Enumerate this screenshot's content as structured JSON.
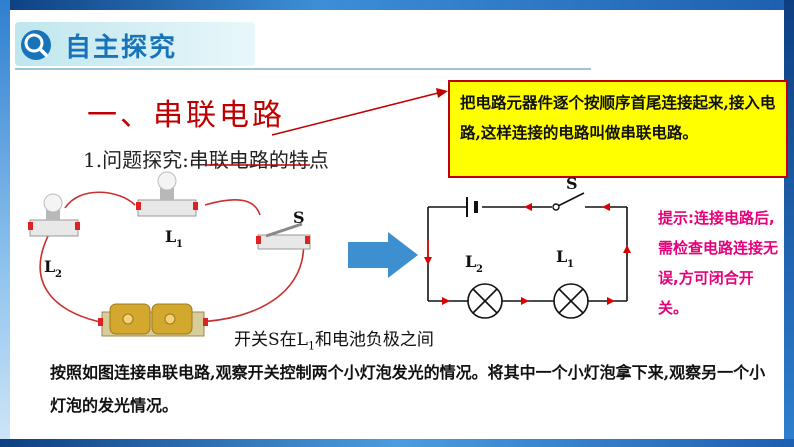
{
  "header": {
    "title": "自主探究"
  },
  "section": {
    "title": "一、串联电路"
  },
  "question": {
    "prefix": "1.问题探究:",
    "topic": "串联电路的特点"
  },
  "definition": {
    "text": "把电路元器件逐个按顺序首尾连接起来,接入电路,这样连接的电路叫做串联电路。"
  },
  "hint": {
    "text": "提示:连接电路后,需检查电路连接无误,方可闭合开关。"
  },
  "circuit_labels": {
    "switch": "S",
    "lamp1": "L",
    "lamp1_sub": "1",
    "lamp2": "L",
    "lamp2_sub": "2"
  },
  "caption": {
    "part1": "开关S在L",
    "sub": "1",
    "part2": "和电池负极之间"
  },
  "description": {
    "text": "按照如图连接串联电路,观察开关控制两个小灯泡发光的情况。将其中一个小灯泡拿下来,观察另一个小灯泡的发光情况。"
  },
  "colors": {
    "accent": "#c00000",
    "title": "#1873b8",
    "hint": "#e6007a",
    "highlight": "#ffff00"
  }
}
